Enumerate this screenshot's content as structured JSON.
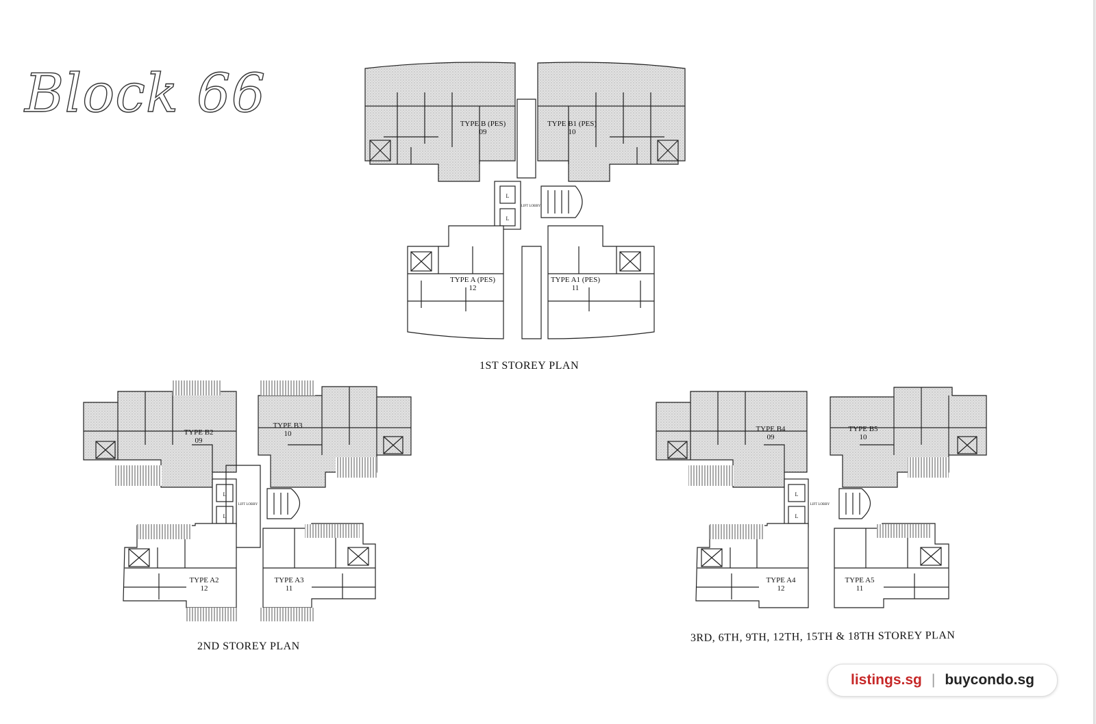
{
  "title": "Block 66",
  "plans": {
    "first": {
      "caption": "1ST STOREY PLAN",
      "units": [
        {
          "type": "TYPE B (PES)",
          "no": "09"
        },
        {
          "type": "TYPE B1 (PES)",
          "no": "10"
        },
        {
          "type": "TYPE A (PES)",
          "no": "12"
        },
        {
          "type": "TYPE A1 (PES)",
          "no": "11"
        }
      ],
      "lift_lobby": "LIFT LOBBY",
      "lift": "L"
    },
    "second": {
      "caption": "2ND STOREY PLAN",
      "units": [
        {
          "type": "TYPE B2",
          "no": "09"
        },
        {
          "type": "TYPE B3",
          "no": "10"
        },
        {
          "type": "TYPE A2",
          "no": "12"
        },
        {
          "type": "TYPE A3",
          "no": "11"
        }
      ],
      "lift_lobby": "LIFT LOBBY",
      "lift": "L"
    },
    "typical": {
      "caption": "3RD, 6TH, 9TH, 12TH, 15TH & 18TH STOREY PLAN",
      "units": [
        {
          "type": "TYPE B4",
          "no": "09"
        },
        {
          "type": "TYPE B5",
          "no": "10"
        },
        {
          "type": "TYPE A4",
          "no": "12"
        },
        {
          "type": "TYPE A5",
          "no": "11"
        }
      ],
      "lift_lobby": "LIFT LOBBY",
      "lift": "L"
    }
  },
  "watermark": {
    "site_a": "listings.sg",
    "separator": "|",
    "site_b": "buycondo.sg"
  }
}
